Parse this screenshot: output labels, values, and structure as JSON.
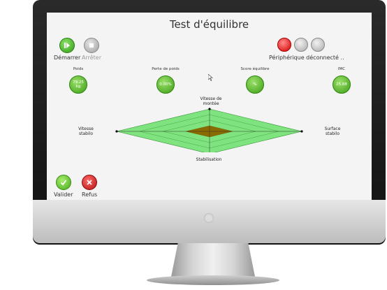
{
  "window": {
    "title": "Test d'équilibre"
  },
  "controls": {
    "start_label": "Démarrer",
    "stop_label": "Arrêter",
    "validate_label": "Valider",
    "refuse_label": "Refus"
  },
  "device": {
    "status": "Périphérique déconnecté .."
  },
  "metrics": [
    {
      "label": "Poids",
      "value": "79.25 kg"
    },
    {
      "label": "Perte de poids",
      "value": "0.00%"
    },
    {
      "label": "Score équilibre",
      "value": "%"
    },
    {
      "label": "IMC",
      "value": "25.88"
    }
  ],
  "radar": {
    "axes": {
      "top": "Vitesse de montée",
      "left": "Vitesse stabilo",
      "right": "Surface stabilo",
      "bottom": "Stabilisation"
    }
  },
  "colors": {
    "radar_fill": "#7fe37f",
    "radar_center": "#8a6b00",
    "accent_green": "#3e9d16",
    "led_red": "#d40000"
  }
}
